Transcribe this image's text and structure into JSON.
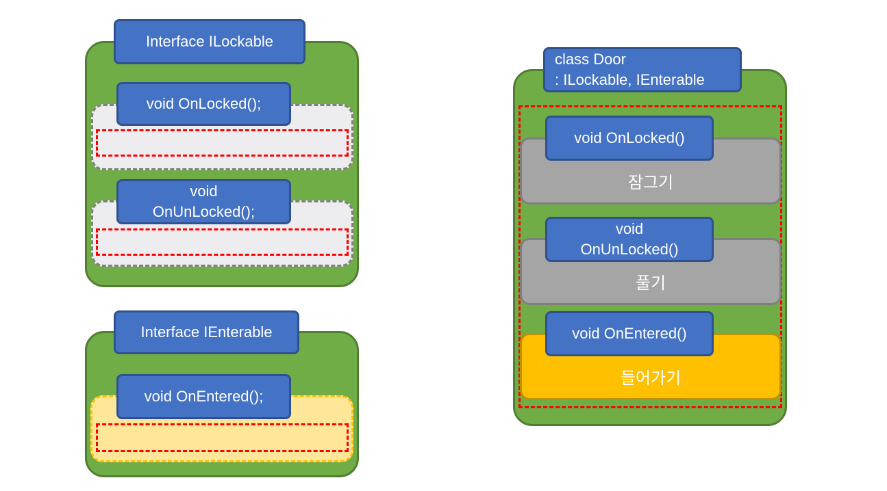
{
  "ilockable": {
    "title": "Interface ILockable",
    "method1": "void OnLocked();",
    "method2_line1": "void",
    "method2_line2": "OnUnLocked();"
  },
  "ienterable": {
    "title": "Interface IEnterable",
    "method1": "void OnEntered();"
  },
  "door": {
    "title_line1": "class Door",
    "title_line2": ": ILockable, IEnterable",
    "locked_label": "void OnLocked()",
    "locked_body": "잠그기",
    "unlocked_line1": "void",
    "unlocked_line2": "OnUnLocked()",
    "unlocked_body": "풀기",
    "entered_label": "void OnEntered()",
    "entered_body": "들어가기"
  },
  "colors": {
    "green": "#70ad47",
    "blue": "#4472c4",
    "grey": "#a5a5a5",
    "gold": "#ffc000",
    "red_dash": "#ff0000"
  }
}
